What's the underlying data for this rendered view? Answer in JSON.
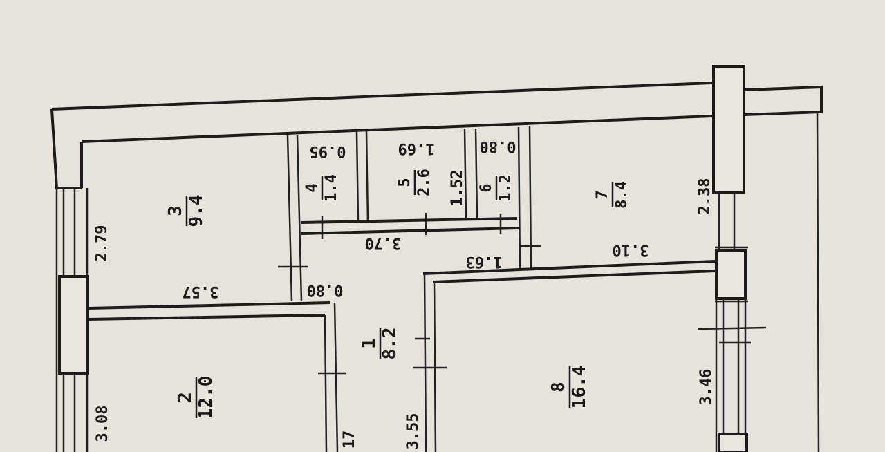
{
  "rooms": [
    {
      "id": "1",
      "area": "8.2"
    },
    {
      "id": "2",
      "area": "12.0"
    },
    {
      "id": "3",
      "area": "9.4"
    },
    {
      "id": "4",
      "area": "1.4"
    },
    {
      "id": "5",
      "area": "2.6"
    },
    {
      "id": "6",
      "area": "1.2"
    },
    {
      "id": "7",
      "area": "8.4"
    },
    {
      "id": "8",
      "area": "16.4"
    }
  ],
  "dimensions": {
    "d_095": "0.95",
    "d_169": "1.69",
    "d_080_top": "0.80",
    "d_152": "1.52",
    "d_279": "2.79",
    "d_370": "3.70",
    "d_163": "1.63",
    "d_310": "3.10",
    "d_238": "2.38",
    "d_357": "3.57",
    "d_080_mid": "0.80",
    "d_346": "3.46",
    "d_308": "3.08",
    "d_355": "3.55",
    "d_17": "17"
  }
}
